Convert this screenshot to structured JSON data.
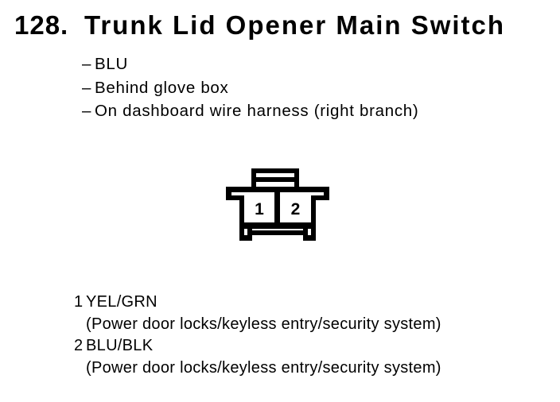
{
  "colors": {
    "ink": "#000000",
    "background": "#ffffff"
  },
  "title": {
    "number": "128.",
    "text": "Trunk Lid Opener Main Switch"
  },
  "locations": [
    {
      "dash": "–",
      "text": "BLU"
    },
    {
      "dash": "–",
      "text": "Behind glove box"
    },
    {
      "dash": "–",
      "text": "On dashboard wire harness (right branch)"
    }
  ],
  "connector": {
    "type": "2-pin connector, front view",
    "pin_labels": [
      "1",
      "2"
    ]
  },
  "pins": [
    {
      "number": "1",
      "color": "YEL/GRN",
      "function": "(Power door locks/keyless entry/security system)"
    },
    {
      "number": "2",
      "color": "BLU/BLK",
      "function": "(Power door locks/keyless entry/security system)"
    }
  ]
}
